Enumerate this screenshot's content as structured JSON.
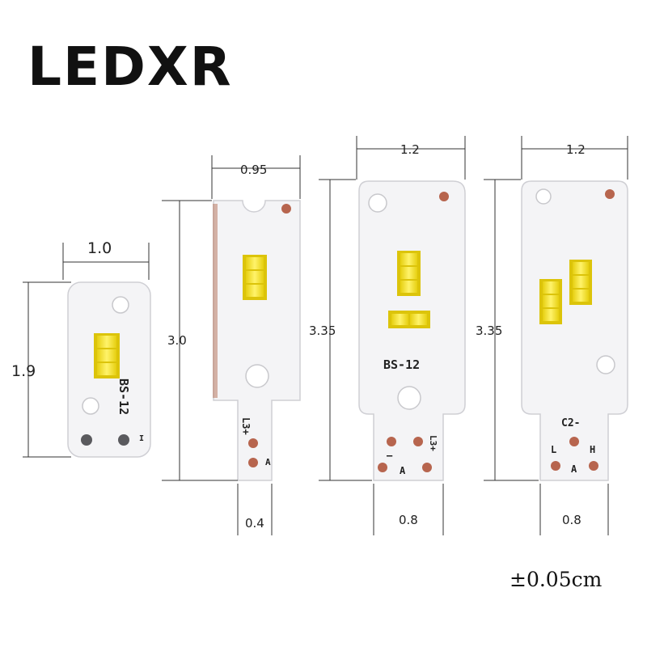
{
  "brand": "LEDXR",
  "tolerance": "±0.05cm",
  "colors": {
    "board": "#f4f4f6",
    "board_edge": "#cfcfd4",
    "copper_pad": "#b7654e",
    "led_yellow": "#f3e227",
    "dim_line": "#333333"
  },
  "boards": [
    {
      "width_label": "1.0",
      "height_label": "1.9",
      "silkscreen": "BS-12",
      "mark": "I",
      "led_count": 3
    },
    {
      "width_label": "0.95",
      "height_label": "3.0",
      "tab_label": "0.4",
      "pad_top": "L3+",
      "pad_bottom": "A",
      "led_count": 3
    },
    {
      "width_label": "1.2",
      "height_label": "3.35",
      "tab_label": "0.8",
      "silkscreen": "BS-12",
      "pad_left": "–",
      "pad_right": "L3+",
      "pad_bottom": "A",
      "led_count": 5
    },
    {
      "width_label": "1.2",
      "height_label": "3.35",
      "tab_label": "0.8",
      "silkscreen": "C2-",
      "pad_left": "L",
      "pad_right": "H",
      "pad_bottom": "A",
      "led_count": 6
    }
  ]
}
